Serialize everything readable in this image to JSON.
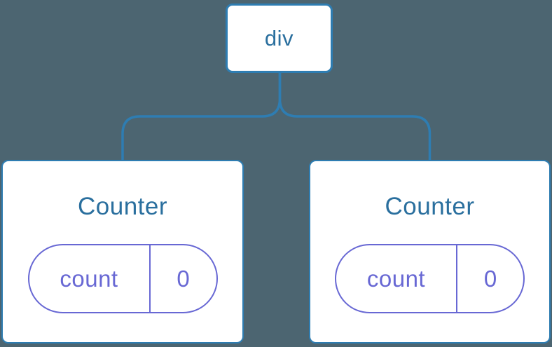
{
  "diagram": {
    "description": "component tree",
    "root": {
      "label": "div"
    },
    "children": [
      {
        "label": "Counter",
        "state": {
          "key": "count",
          "value": "0"
        }
      },
      {
        "label": "Counter",
        "state": {
          "key": "count",
          "value": "0"
        }
      }
    ]
  },
  "colors": {
    "background": "#4C6571",
    "node_stroke": "#2E7DB2",
    "node_fill": "#FFFFFF",
    "component_label": "#2A6F9E",
    "state_accent": "#6868D4"
  }
}
